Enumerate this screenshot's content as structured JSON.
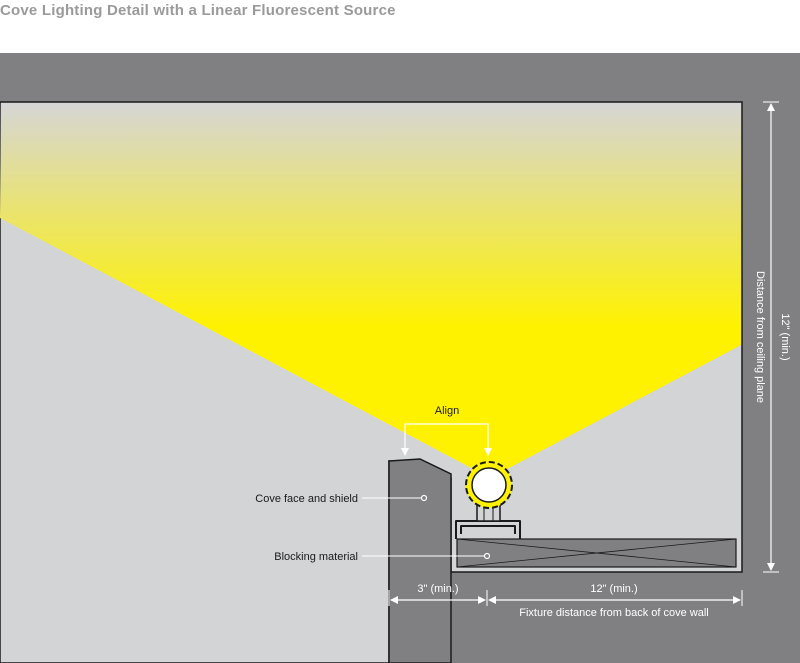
{
  "title": "Cove Lighting Detail with a Linear Fluorescent Source",
  "labels": {
    "align": "Align",
    "cove_face": "Cove face and shield",
    "blocking": "Blocking material",
    "height_dim": "12\" (min.)",
    "height_desc": "Distance from ceiling plane",
    "width_3": "3\" (min.)",
    "width_12": "12\" (min.)",
    "fixture_desc": "Fixture distance from back of cove wall"
  },
  "colors": {
    "structure": "#808083",
    "wall": "#d3d4d6",
    "light": "#fff200",
    "light_fade": "#d6d6d6",
    "outline": "#1a1a1a"
  }
}
